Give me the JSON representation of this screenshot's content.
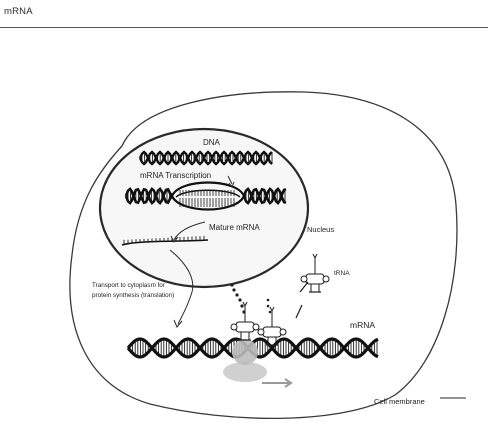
{
  "header": {
    "title": "mRNA"
  },
  "labels": {
    "dna": "DNA",
    "transcription": "mRNA Transcription",
    "mature": "Mature mRNA",
    "nucleus": "Nucleus",
    "transport_line1": "Transport to cytoplasm for",
    "transport_line2": "protein synthesis (translation)",
    "trna": "tRNA",
    "mrna": "mRNA",
    "cell_membrane": "Cell membrane"
  },
  "colors": {
    "ink": "#1e1e1e",
    "line": "#3a3a3a",
    "ribosome_shade": "#bdbdbd"
  }
}
